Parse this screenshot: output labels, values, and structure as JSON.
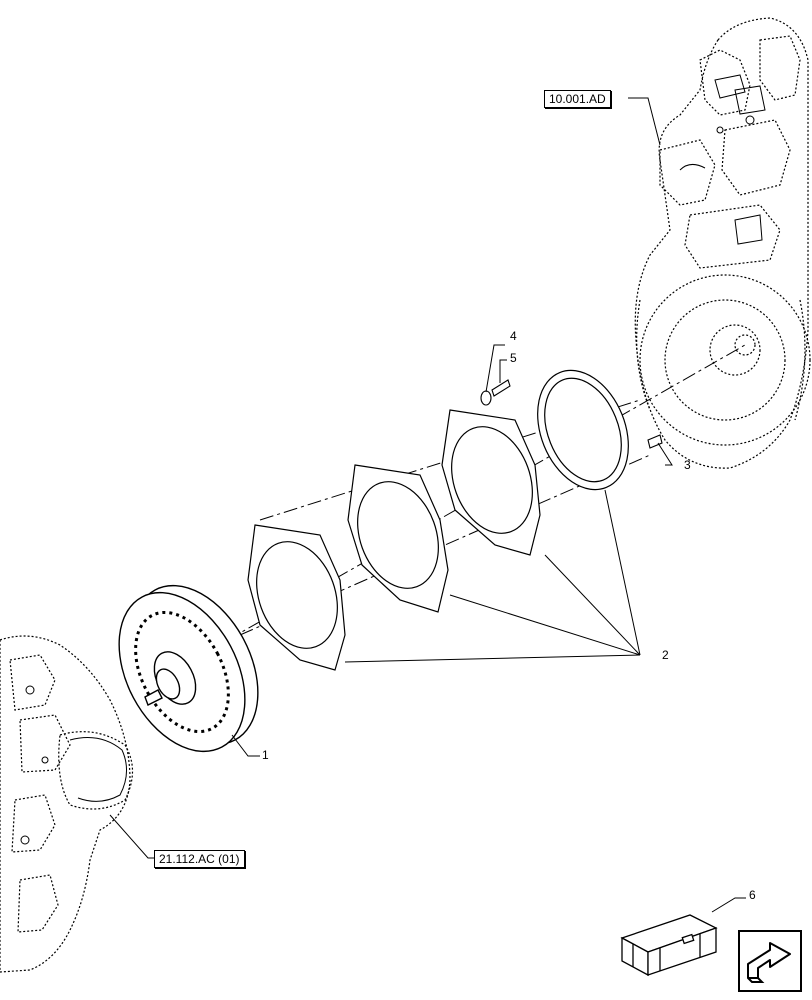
{
  "refs": {
    "engine": "10.001.AD",
    "transmission": "21.112.AC (01)"
  },
  "callouts": {
    "torque_converter": "1",
    "plates": "2",
    "screw_3": "3",
    "bolt_4": "4",
    "washer_5": "5",
    "kit_6": "6"
  },
  "icons": {
    "next_page": "arrow-right-icon",
    "kit_box": "crate-icon"
  }
}
